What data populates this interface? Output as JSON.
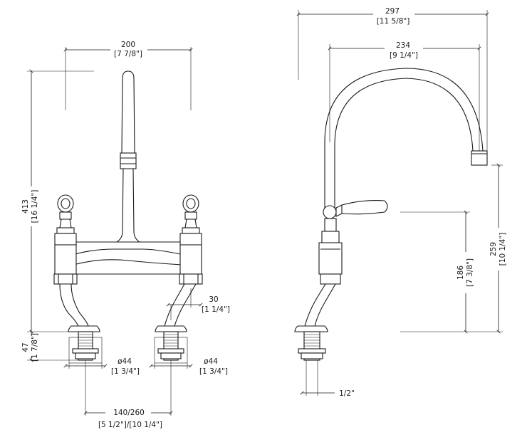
{
  "front_view": {
    "width_mm": "200",
    "width_in": "[7 7/8\"]",
    "height_mm": "413",
    "height_in": "[16 1/4\"]",
    "shank_mm": "47",
    "shank_in": "[1 7/8\"]",
    "offset_mm": "30",
    "offset_in": "[1 1/4\"]",
    "left_dia_mm": "ø44",
    "left_dia_in": "[1 3/4\"]",
    "right_dia_mm": "ø44",
    "right_dia_in": "[1 3/4\"]",
    "centres_mm": "140/260",
    "centres_in": "[5 1/2\"]/[10 1/4\"]"
  },
  "side_view": {
    "overall_reach_mm": "297",
    "overall_reach_in": "[11 5/8\"]",
    "spout_reach_mm": "234",
    "spout_reach_in": "[9 1/4\"]",
    "lever_height_mm": "186",
    "lever_height_in": "[7 3/8\"]",
    "spout_height_mm": "259",
    "spout_height_in": "[10 1/4\"]",
    "thread_dia": "1/2\""
  }
}
